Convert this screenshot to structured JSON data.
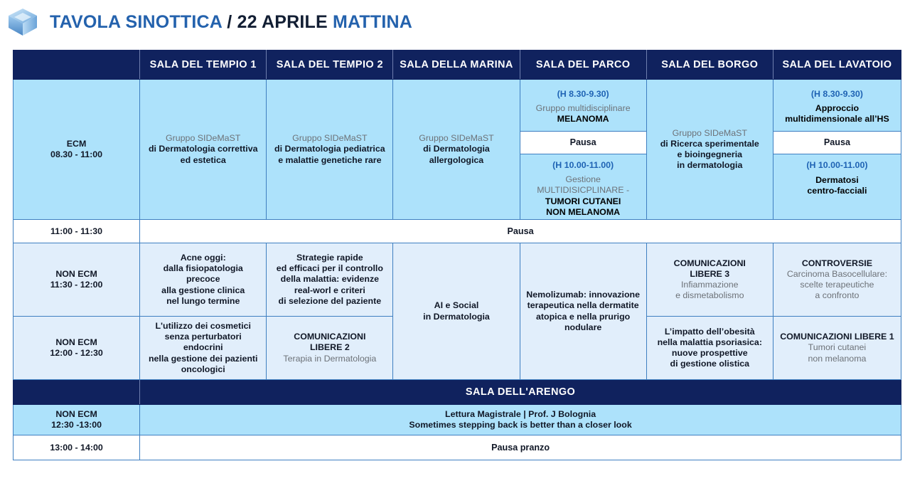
{
  "header": {
    "logo_icon": "blue-cube-logo",
    "title_part1": "TAVOLA SINOTTICA",
    "title_sep": " / 22 APRILE ",
    "title_part2": "MATTINA",
    "accent_blue": "#2462ad",
    "accent_dark": "#121e33"
  },
  "colors": {
    "navy": "#10225e",
    "cell_strong": "#ade2fb",
    "cell_soft": "#e1eefb",
    "border": "#3e7fc1",
    "heading_blue": "#1f63b4",
    "gray_text": "#6d7278"
  },
  "table": {
    "columns": [
      {
        "key": "time",
        "label": ""
      },
      {
        "key": "tempio1",
        "label": "SALA DEL TEMPIO 1"
      },
      {
        "key": "tempio2",
        "label": "SALA DEL TEMPIO 2"
      },
      {
        "key": "marina",
        "label": "SALA DELLA MARINA"
      },
      {
        "key": "parco",
        "label": "SALA DEL PARCO"
      },
      {
        "key": "borgo",
        "label": "SALA DEL BORGO"
      },
      {
        "key": "lavatoio",
        "label": "SALA DEL LAVATOIO"
      }
    ],
    "row1": {
      "time_label": "ECM",
      "time_range": "08.30 - 11:00",
      "tempio1": {
        "pre": "Gruppo SIDeMaST",
        "line1": "di Dermatologia correttiva",
        "line2": "ed estetica"
      },
      "tempio2": {
        "pre": "Gruppo SIDeMaST",
        "line1": "di Dermatologia pediatrica",
        "line2": "e malattie genetiche rare"
      },
      "marina": {
        "pre": "Gruppo SIDeMaST",
        "line1": "di Dermatologia",
        "line2": "allergologica"
      },
      "parco": {
        "seg1_time": "(H 8.30-9.30)",
        "seg1_sub": "Gruppo multidisciplinare",
        "seg1_main": "MELANOMA",
        "seg2": "Pausa",
        "seg3_time": "(H 10.00-11.00)",
        "seg3_sub1": "Gestione",
        "seg3_sub2": "MULTIDISICPLINARE -",
        "seg3_main1": "TUMORI CUTANEI",
        "seg3_main2": "NON MELANOMA"
      },
      "borgo": {
        "pre": "Gruppo SIDeMaST",
        "line1": "di Ricerca sperimentale",
        "line2": "e bioingegneria",
        "line3": "in dermatologia"
      },
      "lavatoio": {
        "seg1_time": "(H 8.30-9.30)",
        "seg1_main1": "Approccio",
        "seg1_main2": "multidimensionale all’HS",
        "seg2": "Pausa",
        "seg3_time": "(H 10.00-11.00)",
        "seg3_main1": "Dermatosi",
        "seg3_main2": "centro-facciali"
      }
    },
    "row2": {
      "time_range": "11:00 - 11:30",
      "span_text": "Pausa"
    },
    "row3": {
      "time_label": "NON ECM",
      "time_range": "11:30 - 12:00",
      "tempio1": [
        "Acne oggi:",
        "dalla fisiopatologia precoce",
        "alla gestione clinica",
        "nel lungo termine"
      ],
      "tempio2": [
        "Strategie rapide",
        "ed efficaci per il controllo",
        "della malattia: evidenze",
        "real-worl e criteri",
        "di selezione del paziente"
      ],
      "marina": [
        "AI e Social",
        "in Dermatologia"
      ],
      "parco": [
        "Nemolizumab: innovazione",
        "terapeutica nella dermatite",
        "atopica e nella prurigo",
        "nodulare"
      ],
      "borgo": {
        "title1": "COMUNICAZIONI",
        "title2": "LIBERE 3",
        "sub1": "Infiammazione",
        "sub2": "e dismetabolismo"
      },
      "lavatoio": {
        "title1": "CONTROVERSIE",
        "sub1": "Carcinoma Basocellulare:",
        "sub2": "scelte terapeutiche",
        "sub3": "a confronto"
      }
    },
    "row4": {
      "time_label": "NON ECM",
      "time_range": "12:00 - 12:30",
      "tempio1": [
        "L'utilizzo dei cosmetici",
        "senza perturbatori endocrini",
        "nella gestione dei pazienti",
        "oncologici"
      ],
      "tempio2": {
        "title1": "COMUNICAZIONI",
        "title2": "LIBERE 2",
        "sub1": "Terapia in Dermatologia"
      },
      "borgo": [
        "L’impatto dell’obesità",
        "nella malattia psoriasica:",
        "nuove prospettive",
        "di gestione olistica"
      ],
      "lavatoio": {
        "title1": "COMUNICAZIONI LIBERE 1",
        "sub1": "Tumori cutanei",
        "sub2": "non melanoma"
      }
    },
    "arengo_row": {
      "label": "SALA DELL'ARENGO"
    },
    "row5": {
      "time_label": "NON ECM",
      "time_range": "12:30 -13:00",
      "line1": "Lettura Magistrale | Prof. J Bolognia",
      "line2": "Sometimes stepping back is better than a closer look"
    },
    "row6": {
      "time_range": "13:00 - 14:00",
      "span_text": "Pausa pranzo"
    }
  }
}
